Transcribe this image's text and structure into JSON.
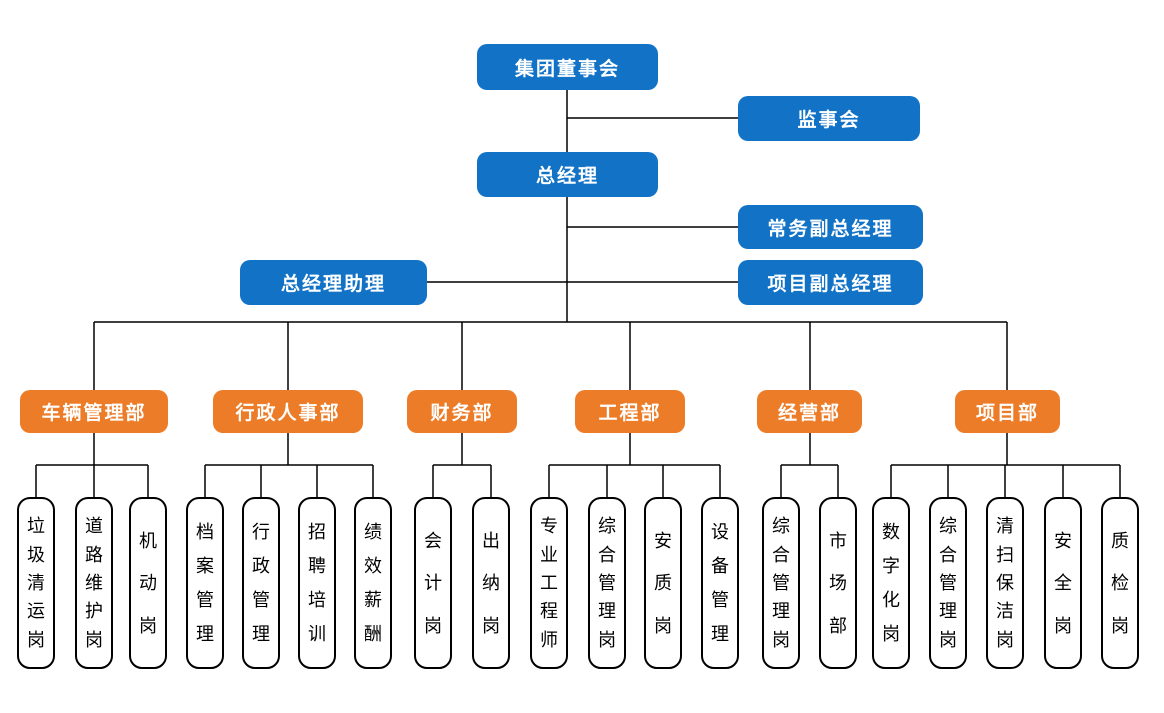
{
  "org_chart": {
    "executives": {
      "board": "集团董事会",
      "supervisory": "监事会",
      "general_manager": "总经理",
      "executive_deputy_gm": "常务副总经理",
      "gm_assistant": "总经理助理",
      "project_deputy_gm": "项目副总经理"
    },
    "departments": [
      {
        "label": "车辆管理部",
        "children": [
          "垃圾清运岗",
          "道路维护岗",
          "机动岗"
        ]
      },
      {
        "label": "行政人事部",
        "children": [
          "档案管理",
          "行政管理",
          "招聘培训",
          "绩效薪酬"
        ]
      },
      {
        "label": "财务部",
        "children": [
          "会计岗",
          "出纳岗"
        ]
      },
      {
        "label": "工程部",
        "children": [
          "专业工程师",
          "综合管理岗",
          "安质岗",
          "设备管理"
        ]
      },
      {
        "label": "经营部",
        "children": [
          "综合管理岗",
          "市场部"
        ]
      },
      {
        "label": "项目部",
        "children": [
          "数字化岗",
          "综合管理岗",
          "清扫保洁岗",
          "安全岗",
          "质检岗"
        ]
      }
    ],
    "colors": {
      "executive_box": "#1272C6",
      "department_box": "#EC7C27",
      "post_box_border": "#000000",
      "connector_line": "#000000"
    }
  }
}
